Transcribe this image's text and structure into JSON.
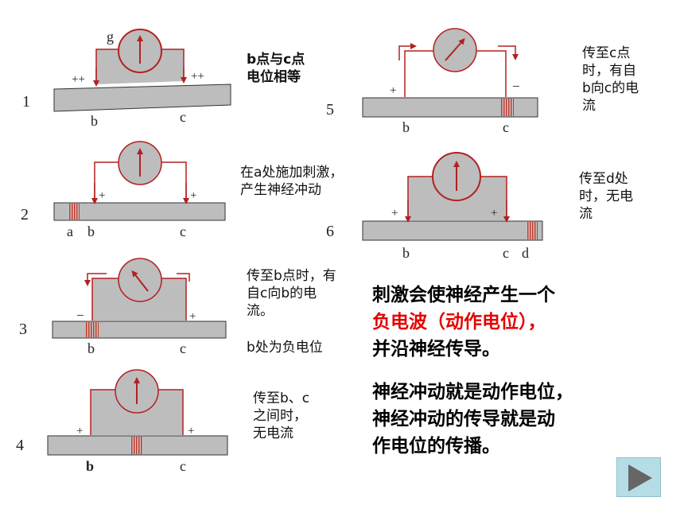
{
  "panels": [
    {
      "num": "1",
      "g": "g",
      "left_sign": "++",
      "right_sign": "++",
      "points": [
        "b",
        "c"
      ],
      "note": "b点与c点电位相等"
    },
    {
      "num": "2",
      "left_sign": "+",
      "right_sign": "+",
      "points": [
        "a",
        "b",
        "c"
      ],
      "note": "在a处施加刺激，产生神经冲动"
    },
    {
      "num": "3",
      "left_sign": "−",
      "right_sign": "+",
      "points": [
        "b",
        "c"
      ],
      "note": "传至b点时，有自c向b的电流。",
      "note2": "b处为负电位"
    },
    {
      "num": "4",
      "left_sign": "+",
      "right_sign": "+",
      "points": [
        "b",
        "c"
      ],
      "note": "传至b、c之间时，无电流"
    },
    {
      "num": "5",
      "left_sign": "+",
      "right_sign": "−",
      "points": [
        "b",
        "c"
      ],
      "note": "传至c点时，有自b向c的电流"
    },
    {
      "num": "6",
      "left_sign": "+",
      "right_sign": "+",
      "points": [
        "b",
        "c",
        "d"
      ],
      "note": "传至d处时，无电流"
    }
  ],
  "summary": {
    "line1": "刺激会使神经产生一个",
    "line2": "负电波（动作电位），",
    "line3": "并沿神经传导。"
  },
  "conclusion": {
    "line1": "神经冲动就是动作电位，",
    "line2": "神经冲动的传导就是动",
    "line3": "作电位的传播。"
  },
  "colors": {
    "accent": "#b32020",
    "nerve": "#bdbdbd",
    "highlight": "#e60000",
    "nav": "#b6dde6"
  },
  "nav": {
    "icon": "play-next-icon"
  }
}
